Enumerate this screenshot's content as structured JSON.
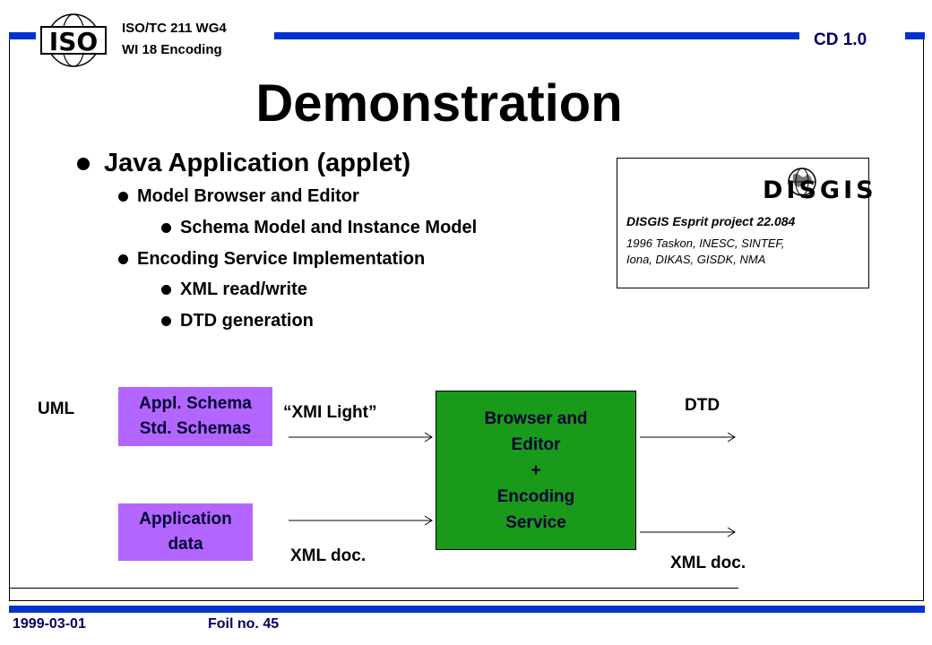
{
  "header": {
    "org_line1": "ISO/TC 211 WG4",
    "org_line2": "WI 18 Encoding",
    "doc_status": "CD 1.0",
    "logo_icon": "iso-logo-icon",
    "logo_text": "ISO"
  },
  "title": "Demonstration",
  "bullets": {
    "l1": "Java Application (applet)",
    "l2a": "Model Browser and Editor",
    "l3a": "Schema Model and Instance Model",
    "l2b": "Encoding Service Implementation",
    "l3b": "XML read/write",
    "l3c": "DTD generation"
  },
  "disgis": {
    "logo_text": "DISGIS",
    "logo_icon": "globe-icon",
    "project": "DISGIS Esprit project 22.084",
    "partners_line1": "1996 Taskon, INESC, SINTEF,",
    "partners_line2": "Iona, DIKAS, GISDK, NMA"
  },
  "diagram": {
    "uml_label": "UML",
    "schema_box_line1": "Appl. Schema",
    "schema_box_line2": "Std. Schemas",
    "xmi_label": "“XMI Light”",
    "appdata_line1": "Application",
    "appdata_line2": "data",
    "xmldoc_in": "XML doc.",
    "engine_line1": "Browser and",
    "engine_line2": "Editor",
    "engine_line3": "+",
    "engine_line4": "Encoding",
    "engine_line5": "Service",
    "dtd_label": "DTD",
    "xmldoc_out": "XML doc.",
    "colors": {
      "purple_box": "#b366ff",
      "green_box": "#1a9a1a",
      "bar_blue": "#0033cc"
    }
  },
  "footer": {
    "date": "1999-03-01",
    "foil": "Foil no. 45"
  }
}
